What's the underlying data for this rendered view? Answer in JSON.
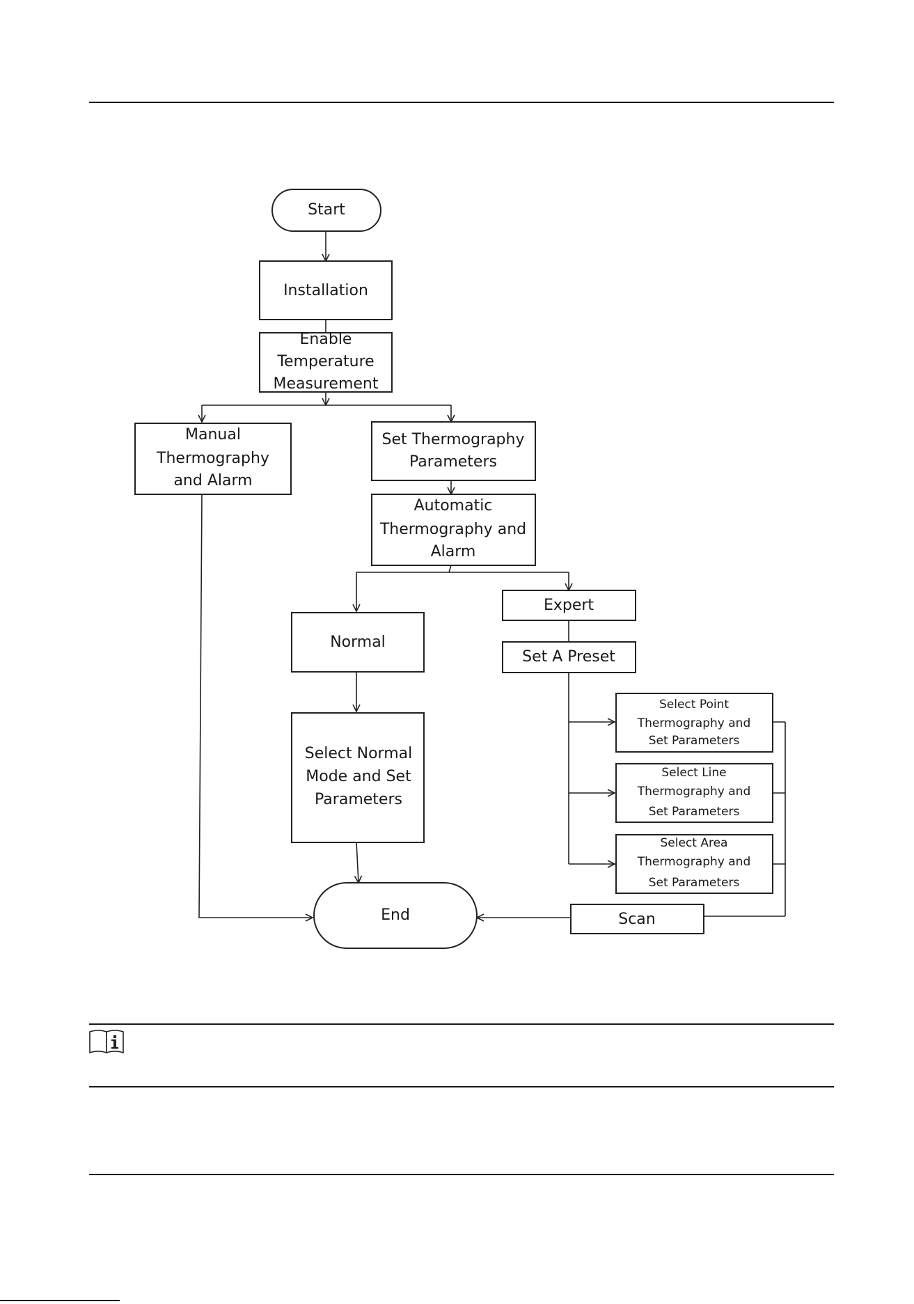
{
  "flowchart": {
    "start": "Start",
    "installation": "Installation",
    "enable_temp": [
      "Enable",
      "Temperature",
      "Measurement"
    ],
    "manual": [
      "Manual",
      "Thermography",
      "and Alarm"
    ],
    "set_params": [
      "Set Thermography",
      "Parameters"
    ],
    "automatic": [
      "Automatic",
      "Thermography and",
      "Alarm"
    ],
    "normal": "Normal",
    "expert": "Expert",
    "set_preset": "Set A Preset",
    "select_normal": [
      "Select Normal",
      "Mode and Set",
      "Parameters"
    ],
    "select_point": [
      "Select Point",
      "Thermography and",
      "Set Parameters"
    ],
    "select_line": [
      "Select Line",
      "Thermography and",
      "Set Parameters"
    ],
    "select_area": [
      "Select Area",
      "Thermography and",
      "Set Parameters"
    ],
    "scan": "Scan",
    "end": "End"
  },
  "note": {
    "icon": "note-info-icon"
  },
  "colors": {
    "line": "#222222",
    "background": "#ffffff"
  }
}
